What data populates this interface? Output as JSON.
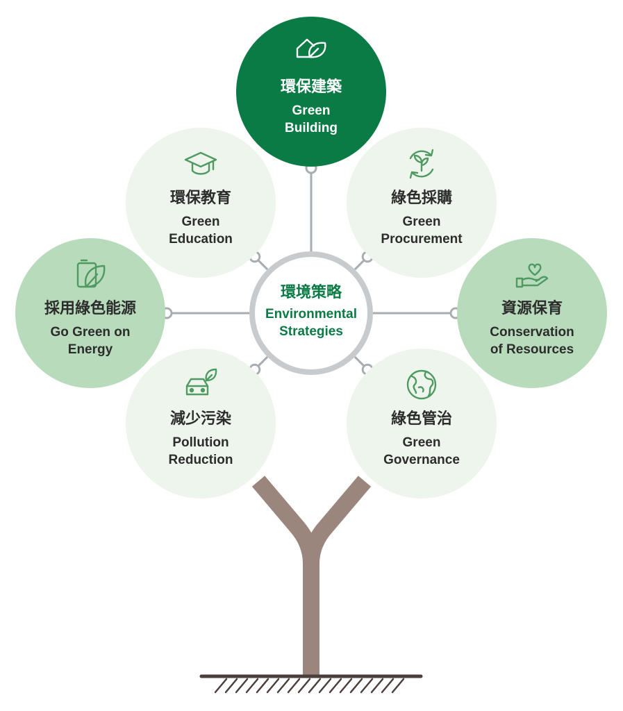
{
  "colors": {
    "dark_green": "#0b7b46",
    "light_green": "#eef5ec",
    "mid_green": "#b7dbbb",
    "icon_green": "#4e9a61",
    "text_dark": "#2c2c2c",
    "connector_gray": "#a7adb1",
    "trunk_brown": "#9a867d",
    "ground_dark": "#4b3f3b"
  },
  "center": {
    "zh": "環境策略",
    "en1": "Environmental",
    "en2": "Strategies"
  },
  "nodes": [
    {
      "key": "building",
      "zh": "環保建築",
      "en1": "Green",
      "en2": "Building",
      "icon": "house-leaf-icon"
    },
    {
      "key": "education",
      "zh": "環保教育",
      "en1": "Green",
      "en2": "Education",
      "icon": "graduation-cap-icon"
    },
    {
      "key": "procurement",
      "zh": "綠色採購",
      "en1": "Green",
      "en2": "Procurement",
      "icon": "recycle-sprout-icon"
    },
    {
      "key": "energy",
      "zh": "採用綠色能源",
      "en1": "Go Green on",
      "en2": "Energy",
      "icon": "battery-leaf-icon"
    },
    {
      "key": "resources",
      "zh": "資源保育",
      "en1": "Conservation",
      "en2": "of Resources",
      "icon": "hand-heart-icon"
    },
    {
      "key": "pollution",
      "zh": "減少污染",
      "en1": "Pollution",
      "en2": "Reduction",
      "icon": "car-leaf-icon"
    },
    {
      "key": "governance",
      "zh": "綠色管治",
      "en1": "Green",
      "en2": "Governance",
      "icon": "globe-icon"
    }
  ]
}
